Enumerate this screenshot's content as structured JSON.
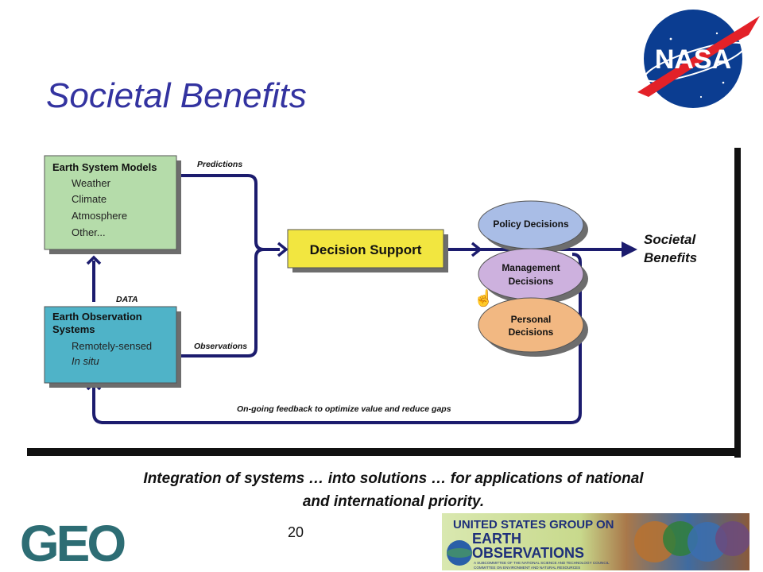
{
  "slide": {
    "title": "Societal Benefits",
    "caption_line1": "Integration of systems … into solutions … for applications of national",
    "caption_line2": "and international priority.",
    "page_number": "20"
  },
  "logos": {
    "nasa": "NASA",
    "geo": "GEO",
    "usgeo_line1": "UNITED STATES GROUP ON",
    "usgeo_line2": "EARTH",
    "usgeo_line3": "OBSERVATIONS",
    "usgeo_small1": "A SUBCOMMITTEE OF THE NATIONAL SCIENCE AND TECHNOLOGY COUNCIL",
    "usgeo_small2": "COMMITTEE ON ENVIRONMENT AND NATURAL RESOURCES"
  },
  "diagram": {
    "models_box": {
      "title": "Earth System Models",
      "items": [
        "Weather",
        "Climate",
        "Atmosphere",
        "Other..."
      ],
      "color": "#b5dcaa"
    },
    "observation_box": {
      "title_line1": "Earth Observation",
      "title_line2": "Systems",
      "items": [
        "Remotely-sensed",
        "In situ"
      ],
      "color": "#4fb3c8"
    },
    "decision_support": {
      "label": "Decision Support",
      "color": "#f2e640"
    },
    "decisions": [
      {
        "line1": "Policy Decisions",
        "line2": "",
        "color": "#a9bde6"
      },
      {
        "line1": "Management",
        "line2": "Decisions",
        "color": "#cdb1de"
      },
      {
        "line1": "Personal",
        "line2": "Decisions",
        "color": "#f2b882"
      }
    ],
    "outcome_line1": "Societal",
    "outcome_line2": "Benefits",
    "labels": {
      "predictions": "Predictions",
      "data": "DATA",
      "observations": "Observations",
      "feedback": "On-going feedback to optimize value and reduce gaps"
    },
    "flow_color": "#1c1c6e"
  }
}
